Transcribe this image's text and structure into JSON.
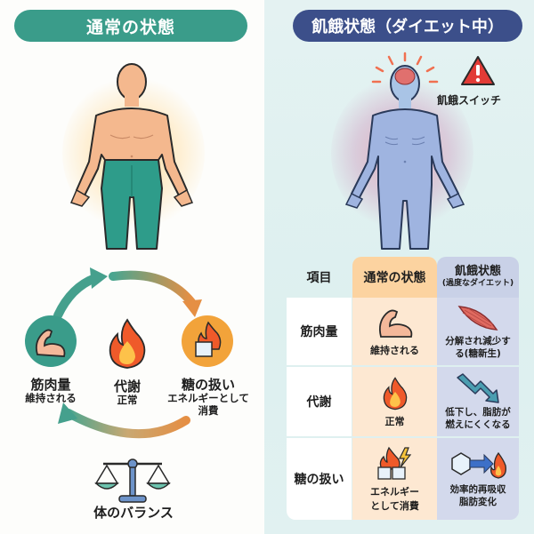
{
  "left_panel": {
    "title": "通常の状態",
    "title_color": "#3a9c8a",
    "figure": "normal-body-figure",
    "cycle": {
      "muscle": {
        "label": "筋肉量",
        "sub": "維持される",
        "icon": "flexed-arm-icon",
        "circle_color": "#3a9c8a"
      },
      "metabolism": {
        "label": "代謝",
        "sub": "正常",
        "icon": "flame-icon"
      },
      "sugar": {
        "label": "糖の扱い",
        "sub": "エネルギーとして",
        "sub2": "消費",
        "icon": "sugar-cube-flame-icon",
        "circle_color": "#f2a33a"
      }
    },
    "balance": {
      "label": "体のバランス",
      "icon": "balance-scale-icon"
    }
  },
  "right_panel": {
    "title": "飢餓状態（ダイエット中）",
    "title_color": "#3c4f8a",
    "figure": "starving-body-figure",
    "warning": {
      "label": "飢餓スイッチ",
      "icon": "warning-triangle-icon"
    },
    "table": {
      "headers": {
        "item": "項目",
        "normal": "通常の状態",
        "starve": "飢餓状態",
        "starve_sub": "(過度なダイエット)"
      },
      "rows": [
        {
          "item": "筋肉量",
          "normal": "維持される",
          "normal_icon": "flexed-arm-icon",
          "starve": "分解され減少す",
          "starve2": "る(糖新生)",
          "starve_icon": "muscle-fiber-icon"
        },
        {
          "item": "代謝",
          "normal": "正常",
          "normal_icon": "flame-icon",
          "starve": "低下し、脂肪が",
          "starve2": "燃えにくくなる",
          "starve_icon": "down-trend-arrow-icon"
        },
        {
          "item": "糖の扱い",
          "normal": "エネルギー",
          "normal2": "として消費",
          "normal_icon": "sugar-cubes-flame-bolt-icon",
          "starve": "効率的再吸収",
          "starve2": "脂肪変化",
          "starve_icon": "cube-to-flame-arrow-icon"
        }
      ],
      "colors": {
        "normal_header": "#fcd3a0",
        "normal_cell": "#fde8d2",
        "starve_header": "#c9d1e7",
        "starve_cell": "#d3d9ec"
      }
    }
  }
}
